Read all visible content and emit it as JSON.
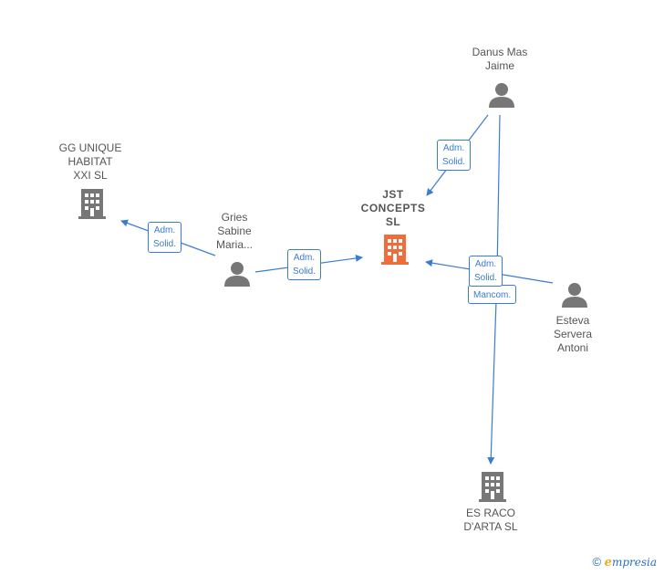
{
  "nodes": {
    "jst": {
      "label": "JST\nCONCEPTS\nSL",
      "kind": "company-main"
    },
    "gg": {
      "label": "GG UNIQUE\nHABITAT\nXXI  SL",
      "kind": "company"
    },
    "esraco": {
      "label": "ES RACO\nD'ARTA  SL",
      "kind": "company"
    },
    "danus": {
      "label": "Danus Mas\nJaime",
      "kind": "person"
    },
    "gries": {
      "label": "Gries\nSabine\nMaria...",
      "kind": "person"
    },
    "esteva": {
      "label": "Esteva\nServera\nAntoni",
      "kind": "person"
    }
  },
  "edges": {
    "danus_jst": "Adm.\nSolid.",
    "gries_gg": "Adm.\nSolid.",
    "gries_jst": "Adm.\nSolid.",
    "esteva_jst": "Adm.\nSolid.",
    "esteva_esraco": "Mancom."
  },
  "footer": {
    "copyright": "©",
    "brand_e": "e",
    "brand_rest": "mpresia"
  },
  "colors": {
    "edge": "#3a7bd5",
    "node": "#777777",
    "main": "#f26b3a"
  }
}
